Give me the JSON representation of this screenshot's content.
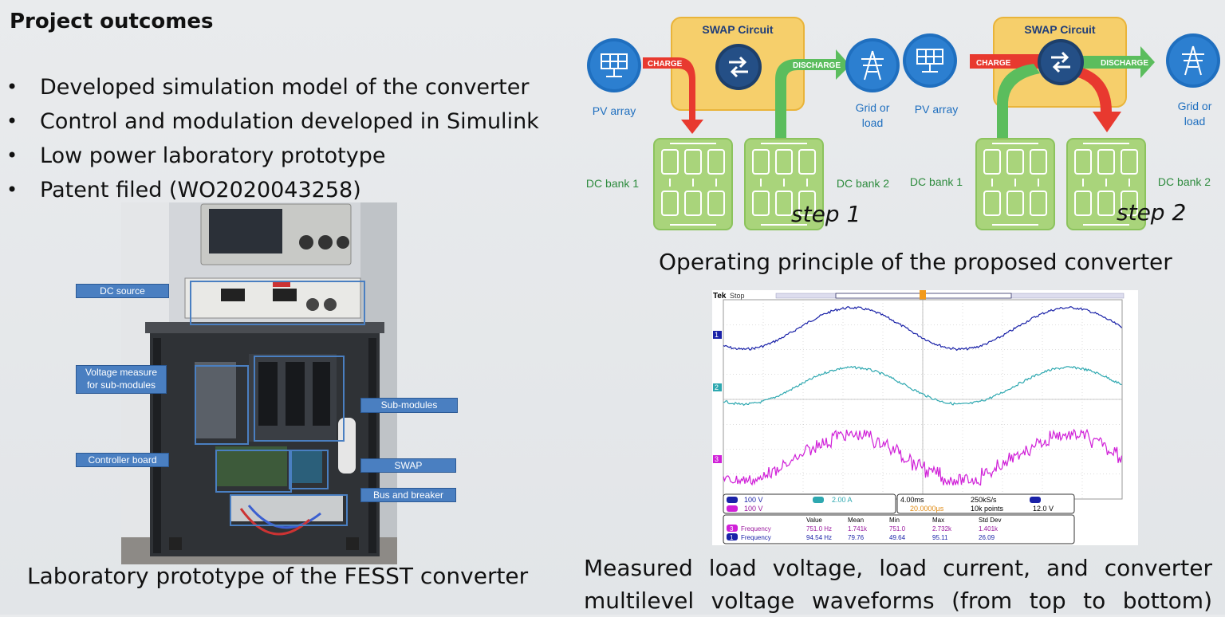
{
  "title": "Project outcomes",
  "bullets": [
    "Developed simulation model of the converter",
    "Control and modulation developed in Simulink",
    "Low power laboratory prototype",
    "Patent filed (WO2020043258)"
  ],
  "photo": {
    "labels": {
      "dc_source": "DC source",
      "voltage_measure": "Voltage measure for sub-modules",
      "sub_modules": "Sub-modules",
      "controller_board": "Controller board",
      "swap": "SWAP",
      "bus_breaker": "Bus and breaker"
    },
    "caption": "Laboratory prototype of the FESST converter"
  },
  "diagram": {
    "swap_title": "SWAP Circuit",
    "charge": "CHARGE",
    "discharge": "DISCHARGE",
    "pv_array": "PV array",
    "grid_line1": "Grid or",
    "grid_line2": "load",
    "dc_bank1": "DC bank 1",
    "dc_bank2": "DC bank 2",
    "step1": "step 1",
    "step2": "step 2",
    "caption": "Operating principle of the proposed converter"
  },
  "scope": {
    "brand": "Tek",
    "state": "Stop",
    "ch_markers": [
      "1",
      "2",
      "3"
    ],
    "settings": {
      "ch1": "100 V",
      "ch2": "2.00 A",
      "ch3": "100 V",
      "time": "4.00ms",
      "delay": "20.0000µs",
      "rate": "250kS/s",
      "points": "10k points",
      "trig_level": "12.0 V"
    },
    "table": {
      "headers": [
        "Value",
        "Mean",
        "Min",
        "Max",
        "Std Dev"
      ],
      "rows": [
        {
          "ch": "3",
          "label": "Frequency",
          "values": [
            "751.0 Hz",
            "1.741k",
            "751.0",
            "2.732k",
            "1.401k"
          ]
        },
        {
          "ch": "1",
          "label": "Frequency",
          "values": [
            "94.54 Hz",
            "79.76",
            "49.64",
            "95.11",
            "26.09"
          ]
        }
      ]
    },
    "colors": {
      "ch1": "#1a22a8",
      "ch2": "#2ea8b0",
      "ch3": "#d020d8"
    }
  },
  "scope_caption": [
    "Measured load voltage, load current, and converter",
    "multilevel voltage waveforms (from top to bottom)"
  ]
}
